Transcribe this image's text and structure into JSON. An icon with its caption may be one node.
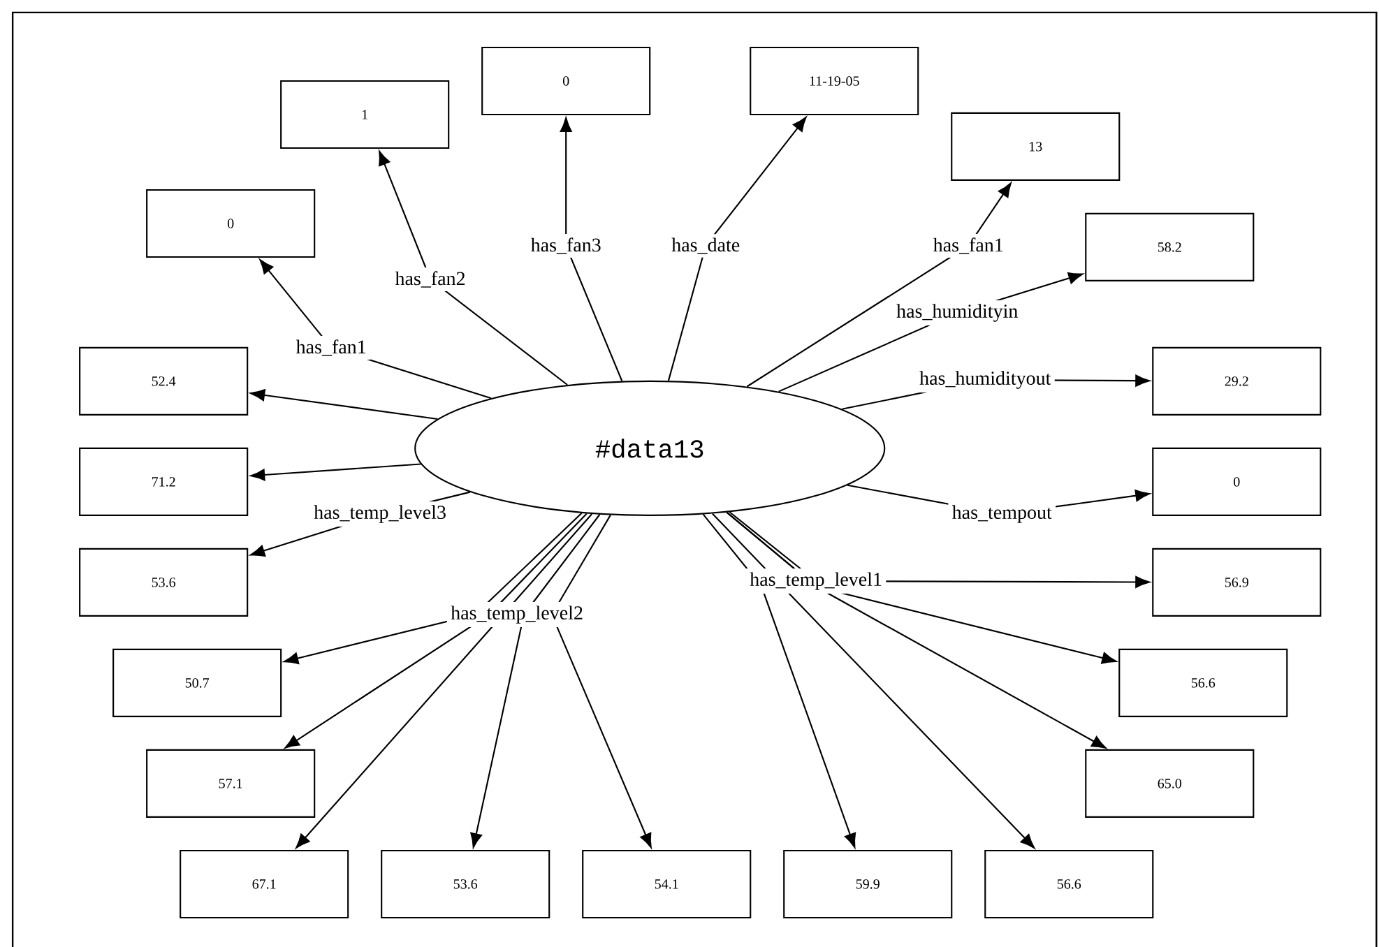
{
  "diagram": {
    "nodes": [
      {
        "text": [
          "#data13"
        ]
      },
      {
        "text": [
          "0"
        ]
      },
      {
        "text": [
          "1"
        ]
      },
      {
        "text": [
          "0"
        ]
      },
      {
        "text": [
          "11-19-05"
        ]
      },
      {
        "text": [
          "13"
        ]
      },
      {
        "text": [
          "58.2"
        ]
      },
      {
        "text": [
          "29.2"
        ]
      },
      {
        "text": [
          "0"
        ]
      },
      {
        "text": [
          "56.9"
        ]
      },
      {
        "text": [
          "56.6"
        ]
      },
      {
        "text": [
          "65.0"
        ]
      },
      {
        "text": [
          "56.6"
        ]
      },
      {
        "text": [
          "59.9"
        ]
      },
      {
        "text": [
          "54.1"
        ]
      },
      {
        "text": [
          "53.6"
        ]
      },
      {
        "text": [
          "67.1"
        ]
      },
      {
        "text": [
          "57.1"
        ]
      },
      {
        "text": [
          "50.7"
        ]
      },
      {
        "text": [
          "53.6"
        ]
      },
      {
        "text": [
          "71.2"
        ]
      },
      {
        "text": [
          "52.4"
        ]
      }
    ],
    "edges": [
      {
        "from": 0,
        "to": 1,
        "arrow": "to",
        "label": "has_fan1"
      },
      {
        "from": 0,
        "to": 2,
        "arrow": "to",
        "label": "has_fan2"
      },
      {
        "from": 0,
        "to": 3,
        "arrow": "to",
        "label": "has_fan3"
      },
      {
        "from": 0,
        "to": 4,
        "arrow": "to",
        "label": "has_date"
      },
      {
        "from": 0,
        "to": 5,
        "arrow": "to",
        "label": "has_fan1"
      },
      {
        "from": 0,
        "to": 6,
        "arrow": "to",
        "label": "has_humidityin"
      },
      {
        "from": 0,
        "to": 7,
        "arrow": "to",
        "label": "has_humidityout"
      },
      {
        "from": 0,
        "to": 8,
        "arrow": "to",
        "label": "has_tempout"
      },
      {
        "from": 0,
        "to": 9,
        "arrow": "to",
        "label": "has_temp_level1"
      },
      {
        "from": 0,
        "to": 10,
        "arrow": "to"
      },
      {
        "from": 0,
        "to": 11,
        "arrow": "to"
      },
      {
        "from": 0,
        "to": 12,
        "arrow": "to"
      },
      {
        "from": 0,
        "to": 13,
        "arrow": "to"
      },
      {
        "from": 0,
        "to": 14,
        "arrow": "to"
      },
      {
        "from": 0,
        "to": 15,
        "arrow": "to"
      },
      {
        "from": 0,
        "to": 16,
        "arrow": "to"
      },
      {
        "from": 0,
        "to": 17,
        "arrow": "to"
      },
      {
        "from": 0,
        "to": 18,
        "arrow": "to",
        "label": "has_temp_level2"
      },
      {
        "from": 0,
        "to": 19,
        "arrow": "to",
        "label": "has_temp_level3"
      },
      {
        "from": 0,
        "to": 20,
        "arrow": "to"
      },
      {
        "from": 0,
        "to": 21,
        "arrow": "to"
      }
    ]
  }
}
